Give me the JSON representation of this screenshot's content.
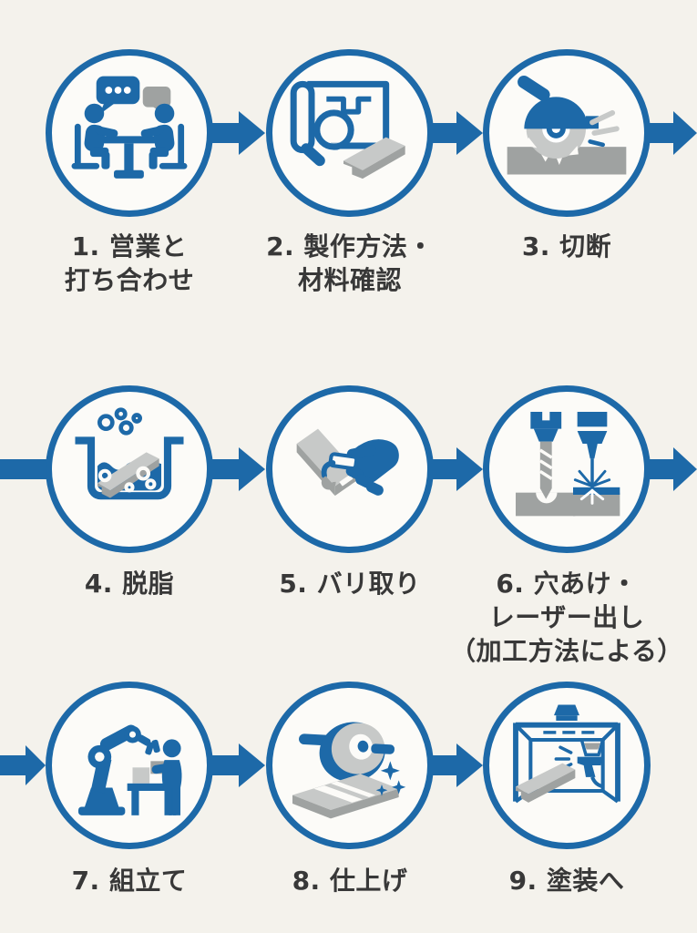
{
  "colors": {
    "blue": "#1d69a8",
    "gray": "#9fa2a1",
    "lgray": "#c7c9c8",
    "paper": "#fcfbf8",
    "bg": "#f4f2ec",
    "text": "#383838"
  },
  "diagram_type": "manufacturing-process-flow",
  "steps": [
    {
      "id": 1,
      "icon": "meeting-icon",
      "label_lines": [
        "1. 営業と",
        "打ち合わせ"
      ]
    },
    {
      "id": 2,
      "icon": "blueprint-check-icon",
      "label_lines": [
        "2. 製作方法・",
        "材料確認"
      ]
    },
    {
      "id": 3,
      "icon": "cutting-saw-icon",
      "label_lines": [
        "3. 切断"
      ]
    },
    {
      "id": 4,
      "icon": "degreasing-tank-icon",
      "label_lines": [
        "4. 脱脂"
      ]
    },
    {
      "id": 5,
      "icon": "deburring-hand-icon",
      "label_lines": [
        "5. バリ取り"
      ]
    },
    {
      "id": 6,
      "icon": "drill-laser-icon",
      "label_lines": [
        "6. 穴あけ・",
        "レーザー出し",
        "（加工方法による）"
      ]
    },
    {
      "id": 7,
      "icon": "assembly-robot-icon",
      "label_lines": [
        "7. 組立て"
      ]
    },
    {
      "id": 8,
      "icon": "polishing-wheel-icon",
      "label_lines": [
        "8. 仕上げ"
      ]
    },
    {
      "id": 9,
      "icon": "painting-booth-icon",
      "label_lines": [
        "9. 塗装へ"
      ]
    }
  ]
}
